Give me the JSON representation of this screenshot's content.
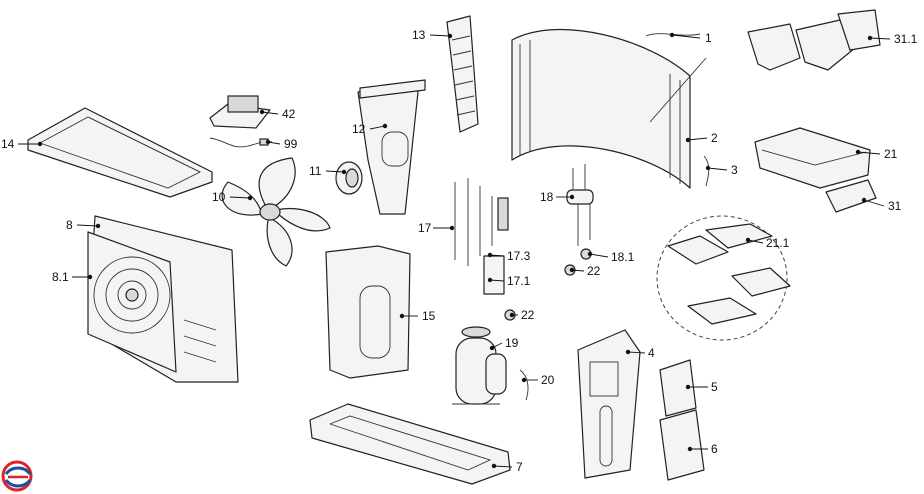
{
  "callouts": {
    "c1": "1",
    "c2": "2",
    "c3": "3",
    "c4": "4",
    "c5": "5",
    "c6": "6",
    "c7": "7",
    "c8": "8",
    "c8_1": "8.1",
    "c10": "10",
    "c11": "11",
    "c12": "12",
    "c13": "13",
    "c14": "14",
    "c15": "15",
    "c17": "17",
    "c17_1": "17.1",
    "c17_3": "17.3",
    "c18": "18",
    "c18_1": "18.1",
    "c19": "19",
    "c20": "20",
    "c21": "21",
    "c21_1": "21.1",
    "c22a": "22",
    "c22b": "22",
    "c31": "31",
    "c31_1": "31.1",
    "c42": "42",
    "c99": "99"
  },
  "logo": {
    "icon": "brand-logo-icon",
    "colors": [
      "#d8262a",
      "#1f4fa0"
    ]
  }
}
